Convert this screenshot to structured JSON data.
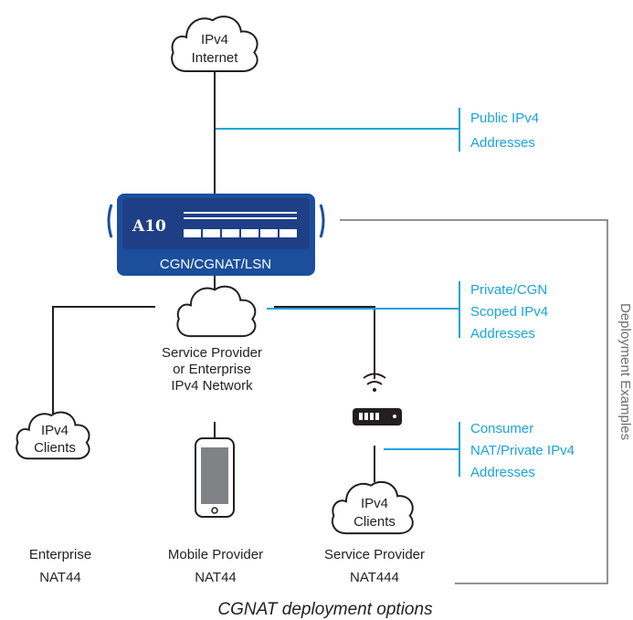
{
  "diagram": {
    "clouds": {
      "internet": [
        "IPv4",
        "Internet"
      ],
      "network": [
        "Service Provider",
        "or Enterprise",
        "IPv4 Network"
      ],
      "enterprise_clients": [
        "IPv4",
        "Clients"
      ],
      "sp_clients": [
        "IPv4",
        "Clients"
      ]
    },
    "device": {
      "logo": "A10",
      "label": "CGN/CGNAT/LSN"
    },
    "address_labels": {
      "public": [
        "Public IPv4",
        "Addresses"
      ],
      "private_cgn": [
        "Private/CGN",
        "Scoped IPv4",
        "Addresses"
      ],
      "consumer": [
        "Consumer",
        "NAT/Private IPv4",
        "Addresses"
      ]
    },
    "examples": {
      "enterprise": [
        "Enterprise",
        "NAT44"
      ],
      "mobile": [
        "Mobile Provider",
        "NAT44"
      ],
      "service_provider": [
        "Service Provider",
        "NAT444"
      ]
    },
    "side_label": "Deployment Examples",
    "caption": "CGNAT deployment options",
    "colors": {
      "accent_blue": "#1aa3dd",
      "device_blue": "#1b4f9c",
      "line_dark": "#231f20",
      "bracket_gray": "#6d6e71"
    }
  }
}
